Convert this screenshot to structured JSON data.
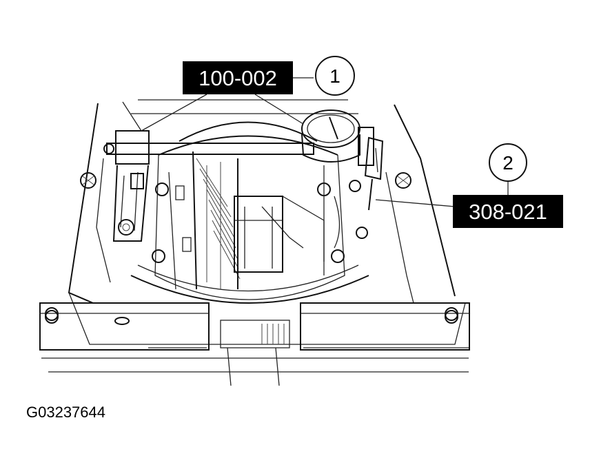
{
  "callouts": [
    {
      "number": "1",
      "tool_code": "100-002"
    },
    {
      "number": "2",
      "tool_code": "308-021"
    }
  ],
  "figure_id": "G03237644"
}
